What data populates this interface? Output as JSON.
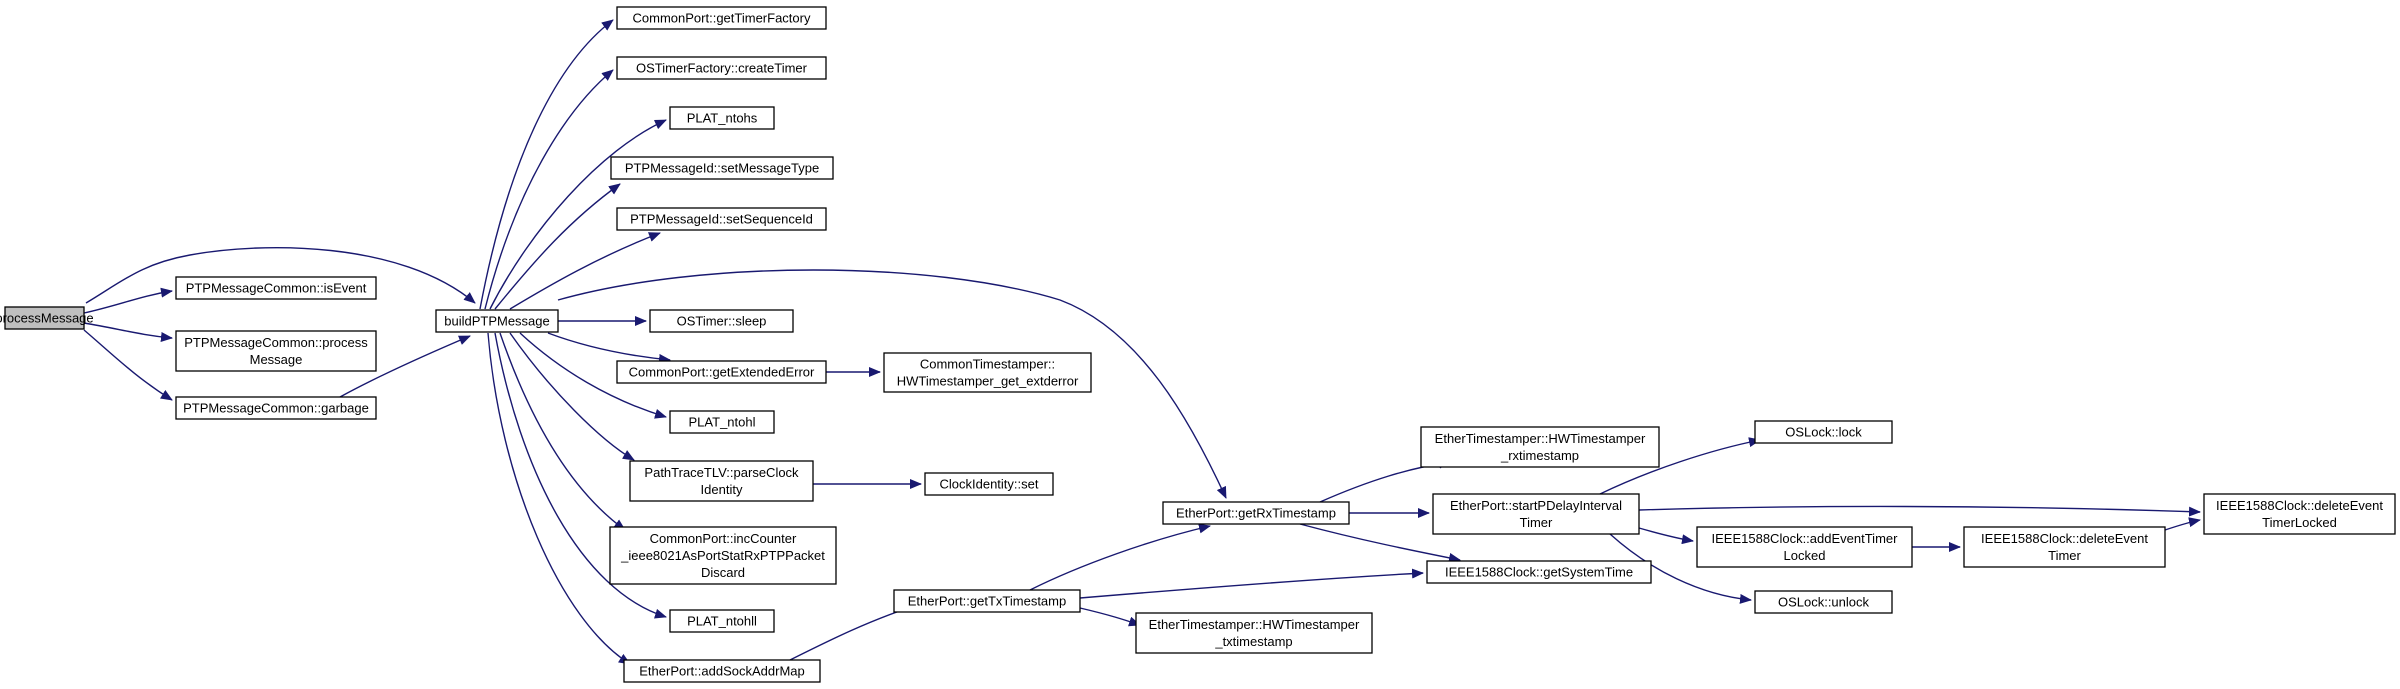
{
  "graph": {
    "edge_color": "#191970",
    "root_fill": "#bfbfbf",
    "nodes": [
      {
        "id": "processMessage",
        "lines": [
          "processMessage"
        ],
        "root": true
      },
      {
        "id": "isEvent",
        "lines": [
          "PTPMessageCommon::isEvent"
        ]
      },
      {
        "id": "processMessageCommon",
        "lines": [
          "PTPMessageCommon::process",
          "Message"
        ]
      },
      {
        "id": "garbage",
        "lines": [
          "PTPMessageCommon::garbage"
        ]
      },
      {
        "id": "buildPTPMessage",
        "lines": [
          "buildPTPMessage"
        ]
      },
      {
        "id": "getTimerFactory",
        "lines": [
          "CommonPort::getTimerFactory"
        ]
      },
      {
        "id": "createTimer",
        "lines": [
          "OSTimerFactory::createTimer"
        ]
      },
      {
        "id": "PLAT_ntohs",
        "lines": [
          "PLAT_ntohs"
        ]
      },
      {
        "id": "setMessageType",
        "lines": [
          "PTPMessageId::setMessageType"
        ]
      },
      {
        "id": "setSequenceId",
        "lines": [
          "PTPMessageId::setSequenceId"
        ]
      },
      {
        "id": "sleep",
        "lines": [
          "OSTimer::sleep"
        ]
      },
      {
        "id": "getExtendedError",
        "lines": [
          "CommonPort::getExtendedError"
        ]
      },
      {
        "id": "PLAT_ntohl",
        "lines": [
          "PLAT_ntohl"
        ]
      },
      {
        "id": "parseClockIdentity",
        "lines": [
          "PathTraceTLV::parseClock",
          "Identity"
        ]
      },
      {
        "id": "incCounter",
        "lines": [
          "CommonPort::incCounter",
          "_ieee8021AsPortStatRxPTPPacket",
          "Discard"
        ]
      },
      {
        "id": "PLAT_ntohll",
        "lines": [
          "PLAT_ntohll"
        ]
      },
      {
        "id": "addSockAddrMap",
        "lines": [
          "EtherPort::addSockAddrMap"
        ]
      },
      {
        "id": "HWTimestamper_get_extderror",
        "lines": [
          "CommonTimestamper::",
          "HWTimestamper_get_extderror"
        ]
      },
      {
        "id": "ClockIdentity_set",
        "lines": [
          "ClockIdentity::set"
        ]
      },
      {
        "id": "getRxTimestamp",
        "lines": [
          "EtherPort::getRxTimestamp"
        ]
      },
      {
        "id": "getTxTimestamp",
        "lines": [
          "EtherPort::getTxTimestamp"
        ]
      },
      {
        "id": "HWTimestamper_rxtimestamp",
        "lines": [
          "EtherTimestamper::HWTimestamper",
          "_rxtimestamp"
        ]
      },
      {
        "id": "startPDelayIntervalTimer",
        "lines": [
          "EtherPort::startPDelayInterval",
          "Timer"
        ]
      },
      {
        "id": "getSystemTime",
        "lines": [
          "IEEE1588Clock::getSystemTime"
        ]
      },
      {
        "id": "HWTimestamper_txtimestamp",
        "lines": [
          "EtherTimestamper::HWTimestamper",
          "_txtimestamp"
        ]
      },
      {
        "id": "lock",
        "lines": [
          "OSLock::lock"
        ]
      },
      {
        "id": "addEventTimerLocked",
        "lines": [
          "IEEE1588Clock::addEventTimer",
          "Locked"
        ]
      },
      {
        "id": "unlock",
        "lines": [
          "OSLock::unlock"
        ]
      },
      {
        "id": "deleteEventTimer",
        "lines": [
          "IEEE1588Clock::deleteEvent",
          "Timer"
        ]
      },
      {
        "id": "deleteEventTimerLocked",
        "lines": [
          "IEEE1588Clock::deleteEvent",
          "TimerLocked"
        ]
      }
    ],
    "edges": [
      [
        "processMessage",
        "buildPTPMessage"
      ],
      [
        "processMessage",
        "isEvent"
      ],
      [
        "processMessage",
        "processMessageCommon"
      ],
      [
        "processMessage",
        "garbage"
      ],
      [
        "garbage",
        "buildPTPMessage"
      ],
      [
        "buildPTPMessage",
        "getTimerFactory"
      ],
      [
        "buildPTPMessage",
        "createTimer"
      ],
      [
        "buildPTPMessage",
        "PLAT_ntohs"
      ],
      [
        "buildPTPMessage",
        "setMessageType"
      ],
      [
        "buildPTPMessage",
        "setSequenceId"
      ],
      [
        "buildPTPMessage",
        "getRxTimestamp"
      ],
      [
        "buildPTPMessage",
        "sleep"
      ],
      [
        "buildPTPMessage",
        "getExtendedError"
      ],
      [
        "buildPTPMessage",
        "PLAT_ntohl"
      ],
      [
        "buildPTPMessage",
        "parseClockIdentity"
      ],
      [
        "buildPTPMessage",
        "incCounter"
      ],
      [
        "buildPTPMessage",
        "PLAT_ntohll"
      ],
      [
        "buildPTPMessage",
        "addSockAddrMap"
      ],
      [
        "getExtendedError",
        "HWTimestamper_get_extderror"
      ],
      [
        "parseClockIdentity",
        "ClockIdentity_set"
      ],
      [
        "addSockAddrMap",
        "getTxTimestamp"
      ],
      [
        "getTxTimestamp",
        "getRxTimestamp"
      ],
      [
        "getTxTimestamp",
        "getSystemTime"
      ],
      [
        "getTxTimestamp",
        "HWTimestamper_txtimestamp"
      ],
      [
        "getRxTimestamp",
        "HWTimestamper_rxtimestamp"
      ],
      [
        "getRxTimestamp",
        "startPDelayIntervalTimer"
      ],
      [
        "getRxTimestamp",
        "getSystemTime"
      ],
      [
        "startPDelayIntervalTimer",
        "lock"
      ],
      [
        "startPDelayIntervalTimer",
        "addEventTimerLocked"
      ],
      [
        "startPDelayIntervalTimer",
        "unlock"
      ],
      [
        "startPDelayIntervalTimer",
        "deleteEventTimerLocked"
      ],
      [
        "addEventTimerLocked",
        "deleteEventTimer"
      ],
      [
        "deleteEventTimer",
        "deleteEventTimerLocked"
      ]
    ]
  }
}
